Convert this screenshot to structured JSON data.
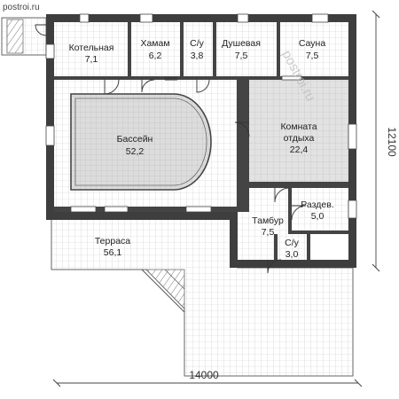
{
  "site_name": "postroi.ru",
  "watermark": "postroi.ru",
  "dimensions": {
    "width": "14000",
    "depth": "12100"
  },
  "rooms": [
    {
      "id": "boiler",
      "name": "Котельная",
      "area": "7,1"
    },
    {
      "id": "hamam",
      "name": "Хамам",
      "area": "6,2"
    },
    {
      "id": "wc1",
      "name": "С/у",
      "area": "3,8"
    },
    {
      "id": "shower",
      "name": "Душевая",
      "area": "7,5"
    },
    {
      "id": "sauna",
      "name": "Сауна",
      "area": "7,5"
    },
    {
      "id": "pool",
      "name": "Бассейн",
      "area": "52,2"
    },
    {
      "id": "rest",
      "name": "Комната отдыха",
      "area": "22,4"
    },
    {
      "id": "dressing",
      "name": "Раздев.",
      "area": "5,0"
    },
    {
      "id": "vestibule",
      "name": "Тамбур",
      "area": "7,5"
    },
    {
      "id": "wc2",
      "name": "С/у",
      "area": "3,0"
    },
    {
      "id": "terrace",
      "name": "Терраса",
      "area": "56,1"
    }
  ]
}
